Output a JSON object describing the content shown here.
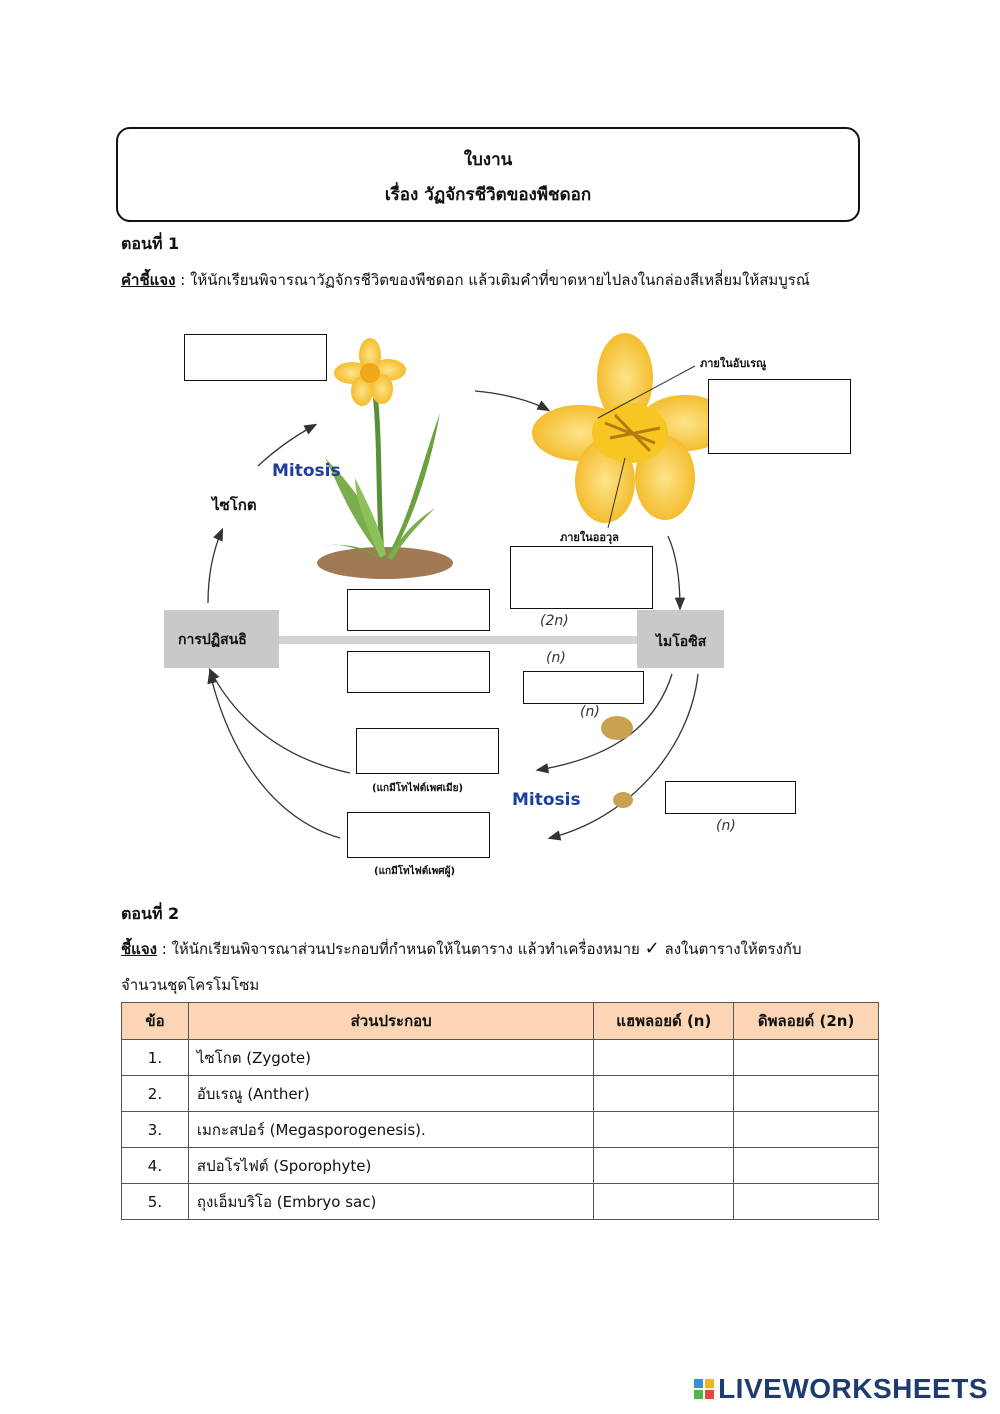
{
  "header": {
    "line1": "ใบงาน",
    "line2": "เรื่อง วัฏจักรชีวิตของพืชดอก"
  },
  "part1": {
    "title": "ตอนที่ 1",
    "instruction_label": "คำชี้แจง",
    "instruction_sep": " : ",
    "instruction_text": "ให้นักเรียนพิจารณาวัฏจักรชีวิตของพืชดอก แล้วเติมคำที่ขาดหายไปลงในกล่องสีเหลี่ยมให้สมบูรณ์"
  },
  "diagram": {
    "mitosis_top": "Mitosis",
    "zygote": "ไซโกต",
    "inside_anther": "ภายในอับเรณู",
    "inside_ovule": "ภายในออวุล",
    "fertilization": "การปฏิสนธิ",
    "meiosis": "ไมโอซิส",
    "ploidy_2n": "(2n)",
    "ploidy_n_1": "(n)",
    "ploidy_n_2": "(n)",
    "ploidy_n_3": "(n)",
    "female_gametophyte": "(แกมีโทไฟต์เพศเมีย)",
    "male_gametophyte": "(แกมีโทไฟต์เพศผู้)",
    "mitosis_bottom": "Mitosis"
  },
  "part2": {
    "title": "ตอนที่ 2",
    "instruction_label": "ชี้แจง",
    "instruction_sep": " : ",
    "instruction_text": "ให้นักเรียนพิจารณาส่วนประกอบที่กำหนดให้ในตาราง แล้วทำเครื่องหมาย",
    "check_mark": "✓",
    "instruction_tail": "ลงในตารางให้ตรงกับ",
    "instruction_line2": "จำนวนชุดโครโมโซม"
  },
  "table": {
    "headers": [
      "ข้อ",
      "ส่วนประกอบ",
      "แฮพลอยด์ (n)",
      "ดิพลอยด์ (2n)"
    ],
    "rows": [
      [
        "1.",
        "ไซโกต (Zygote)"
      ],
      [
        "2.",
        "อับเรณู (Anther)"
      ],
      [
        "3.",
        "เมกะสปอร์ (Megasporogenesis)."
      ],
      [
        "4.",
        "สปอโรไฟต์ (Sporophyte)"
      ],
      [
        "5.",
        "ถุงเอ็มบริโอ (Embryo sac)"
      ]
    ]
  },
  "footer": {
    "brand": "LIVEWORKSHEETS"
  },
  "colors": {
    "table_header": "#fcd5b4",
    "mitosis_text": "#1f3f9f",
    "flower_yellow": "#f7c623",
    "logo": "#1d3b6e"
  }
}
